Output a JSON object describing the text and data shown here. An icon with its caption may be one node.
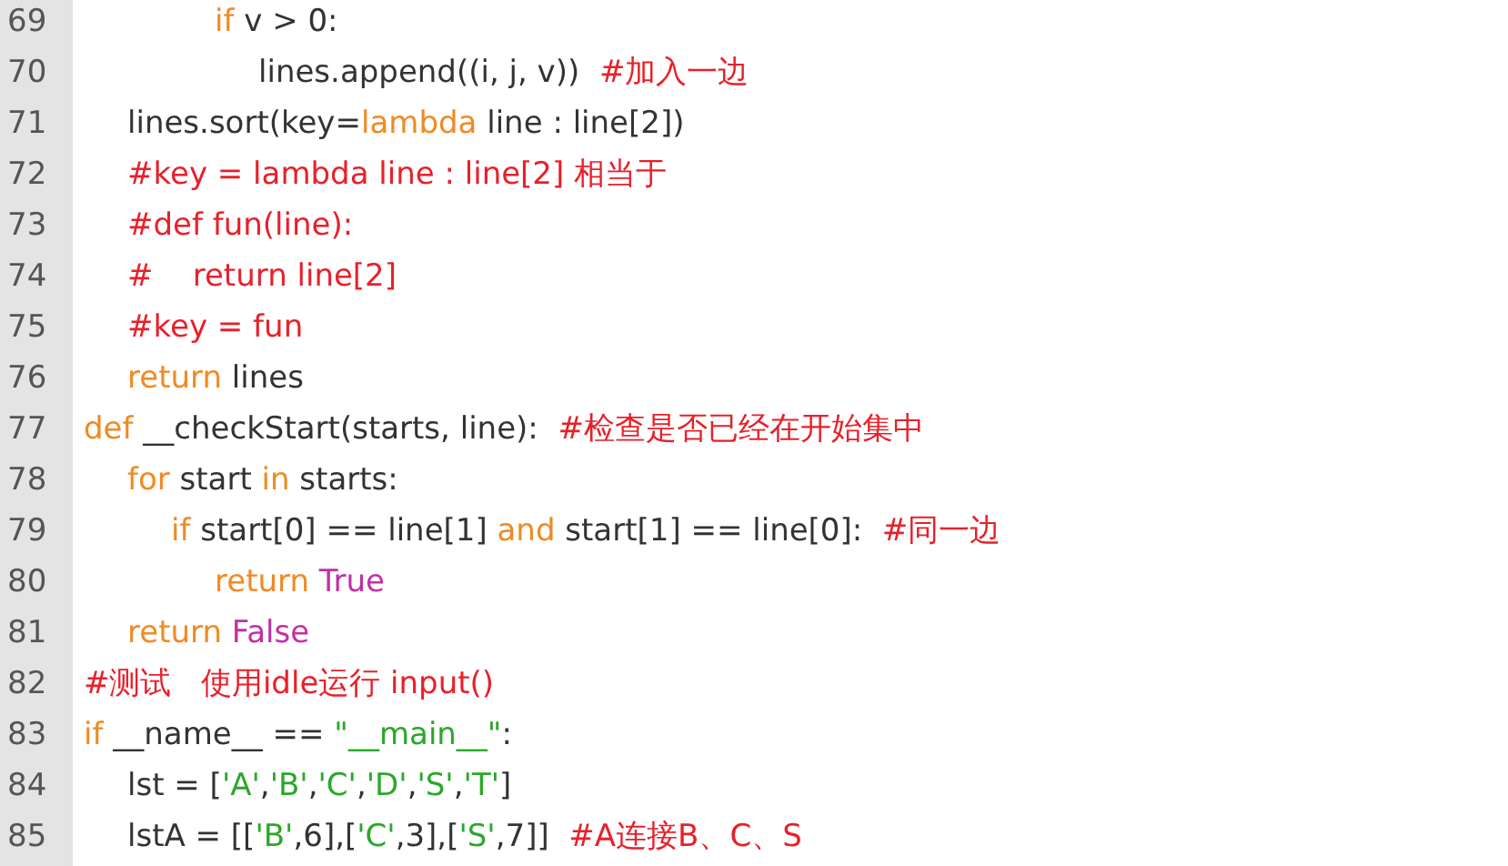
{
  "diagram": {
    "labels": [
      "69",
      "if v > 0:",
      "70",
      "lines.append((i, j, v))  #加入一边",
      "71",
      "lines.sort(key=lambda line : line[2])",
      "72",
      "#key = lambda line : line[2] 相当于",
      "73",
      "#def fun(line):",
      "74",
      "#    return line[2]",
      "75",
      "#key = fun",
      "76",
      "return lines",
      "77",
      "def __checkStart(starts, line):  #检查是否已经在开始集中",
      "78",
      "for start in starts:",
      "79",
      "if start[0] == line[1] and start[1] == line[0]:  #同一边",
      "80",
      "return True",
      "81",
      "return False",
      "82",
      "#测试   使用idle运行 input()",
      "83",
      "if __name__ == \"__main__\":",
      "84",
      "lst = ['A','B','C','D','S','T']",
      "85",
      "lstA = [['B',6],['C',3],['S',7]]  #A连接B、C、S"
    ]
  }
}
